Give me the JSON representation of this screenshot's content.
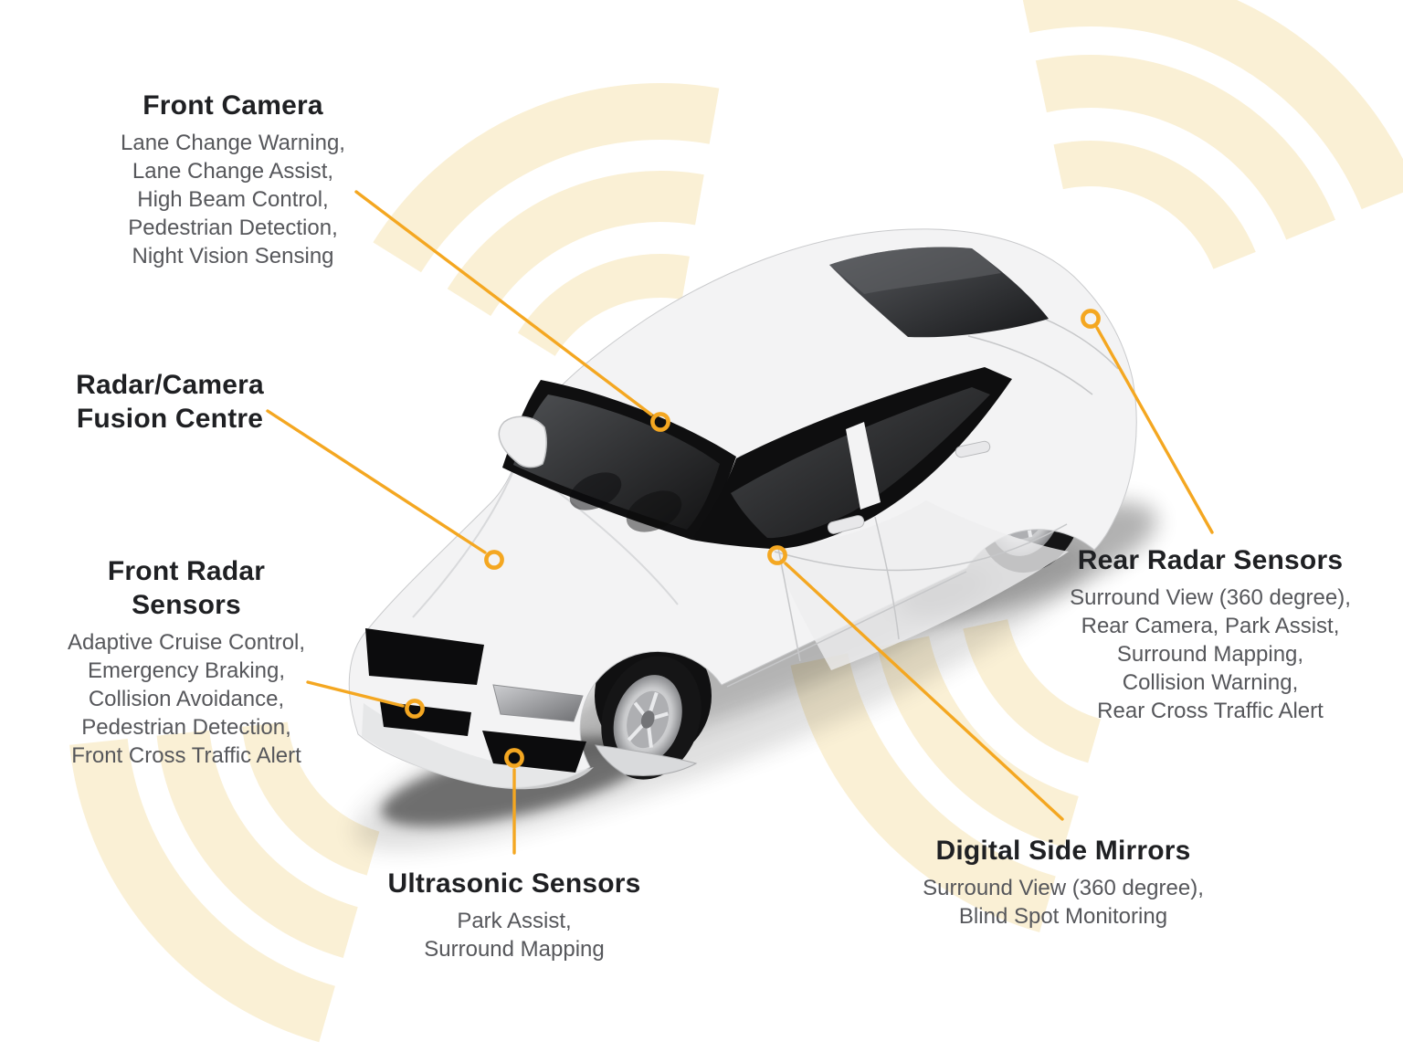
{
  "colors": {
    "accent_orange": "#F4A721",
    "wave_cream": "#FAF0D5",
    "title_text": "#1F2023",
    "body_text": "#56575B",
    "car_body": "#F3F3F4",
    "car_glass": "#1B1C1E"
  },
  "callouts": {
    "front_camera": {
      "title": "Front Camera",
      "features": [
        "Lane Change Warning,",
        "Lane Change Assist,",
        "High Beam Control,",
        "Pedestrian Detection,",
        "Night Vision Sensing"
      ]
    },
    "fusion_centre": {
      "title": "Radar/Camera Fusion Centre",
      "features": []
    },
    "front_radar": {
      "title": "Front Radar Sensors",
      "features": [
        "Adaptive Cruise Control,",
        "Emergency Braking,",
        "Collision Avoidance,",
        "Pedestrian Detection,",
        "Front Cross Traffic Alert"
      ]
    },
    "ultrasonic": {
      "title": "Ultrasonic Sensors",
      "features": [
        "Park Assist,",
        "Surround Mapping"
      ]
    },
    "rear_radar": {
      "title": "Rear Radar Sensors",
      "features": [
        "Surround View (360 degree),",
        "Rear Camera, Park Assist,",
        "Surround Mapping,",
        "Collision Warning,",
        "Rear Cross Traffic Alert"
      ]
    },
    "digital_side_mirrors": {
      "title": "Digital Side Mirrors",
      "features": [
        "Surround View (360 degree),",
        "Blind Spot Monitoring"
      ]
    }
  }
}
